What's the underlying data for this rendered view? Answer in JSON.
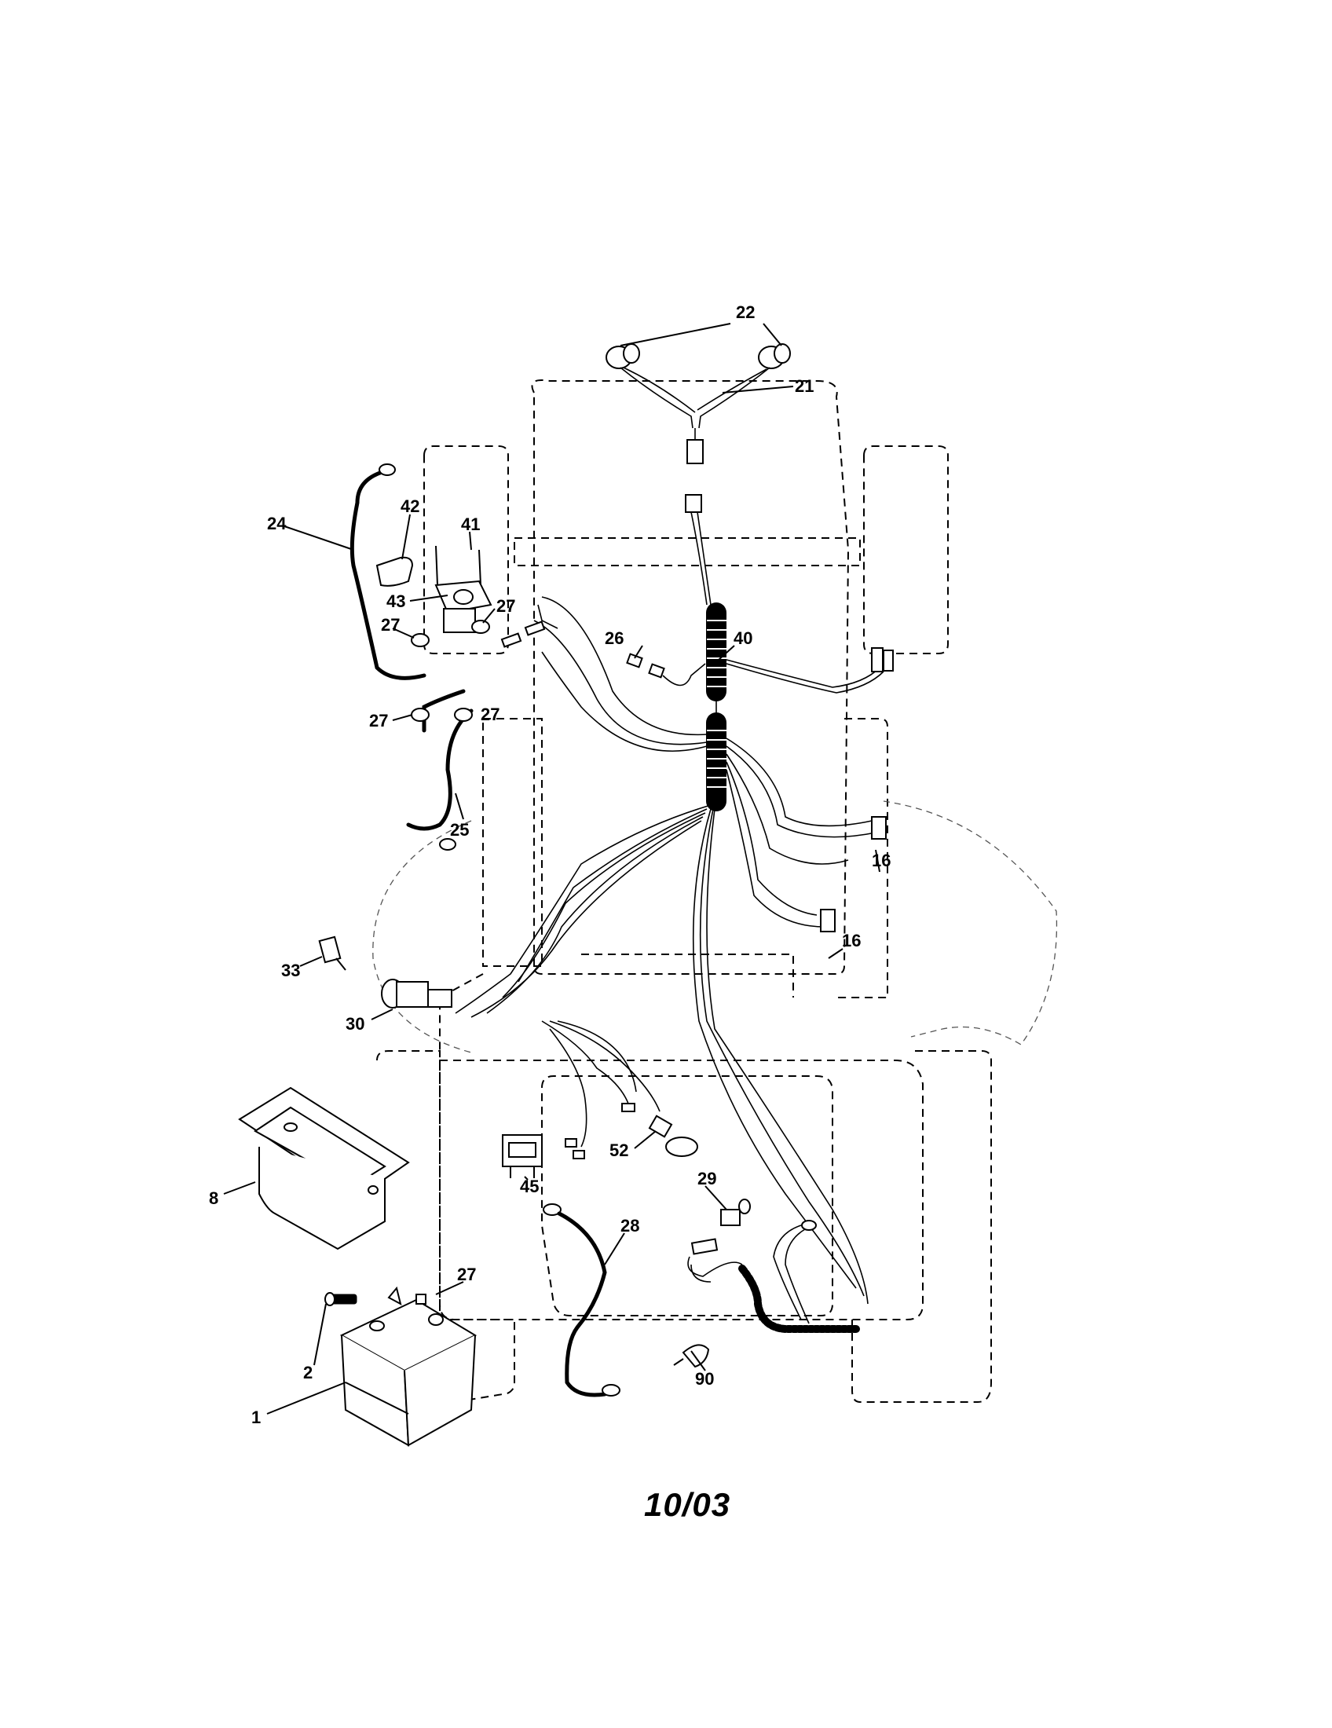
{
  "diagram": {
    "callouts": [
      {
        "id": "c22",
        "label": "22"
      },
      {
        "id": "c21",
        "label": "21"
      },
      {
        "id": "c24",
        "label": "24"
      },
      {
        "id": "c42",
        "label": "42"
      },
      {
        "id": "c41",
        "label": "41"
      },
      {
        "id": "c43",
        "label": "43"
      },
      {
        "id": "c27a",
        "label": "27"
      },
      {
        "id": "c27b",
        "label": "27"
      },
      {
        "id": "c27c",
        "label": "27"
      },
      {
        "id": "c27d",
        "label": "27"
      },
      {
        "id": "c26",
        "label": "26"
      },
      {
        "id": "c40",
        "label": "40"
      },
      {
        "id": "c25",
        "label": "25"
      },
      {
        "id": "c16a",
        "label": "16"
      },
      {
        "id": "c16b",
        "label": "16"
      },
      {
        "id": "c33",
        "label": "33"
      },
      {
        "id": "c30",
        "label": "30"
      },
      {
        "id": "c8",
        "label": "8"
      },
      {
        "id": "c52",
        "label": "52"
      },
      {
        "id": "c45",
        "label": "45"
      },
      {
        "id": "c29",
        "label": "29"
      },
      {
        "id": "c28",
        "label": "28"
      },
      {
        "id": "c27e",
        "label": "27"
      },
      {
        "id": "c2",
        "label": "2"
      },
      {
        "id": "c90",
        "label": "90"
      },
      {
        "id": "c1",
        "label": "1"
      }
    ],
    "date_code": "10/03"
  }
}
